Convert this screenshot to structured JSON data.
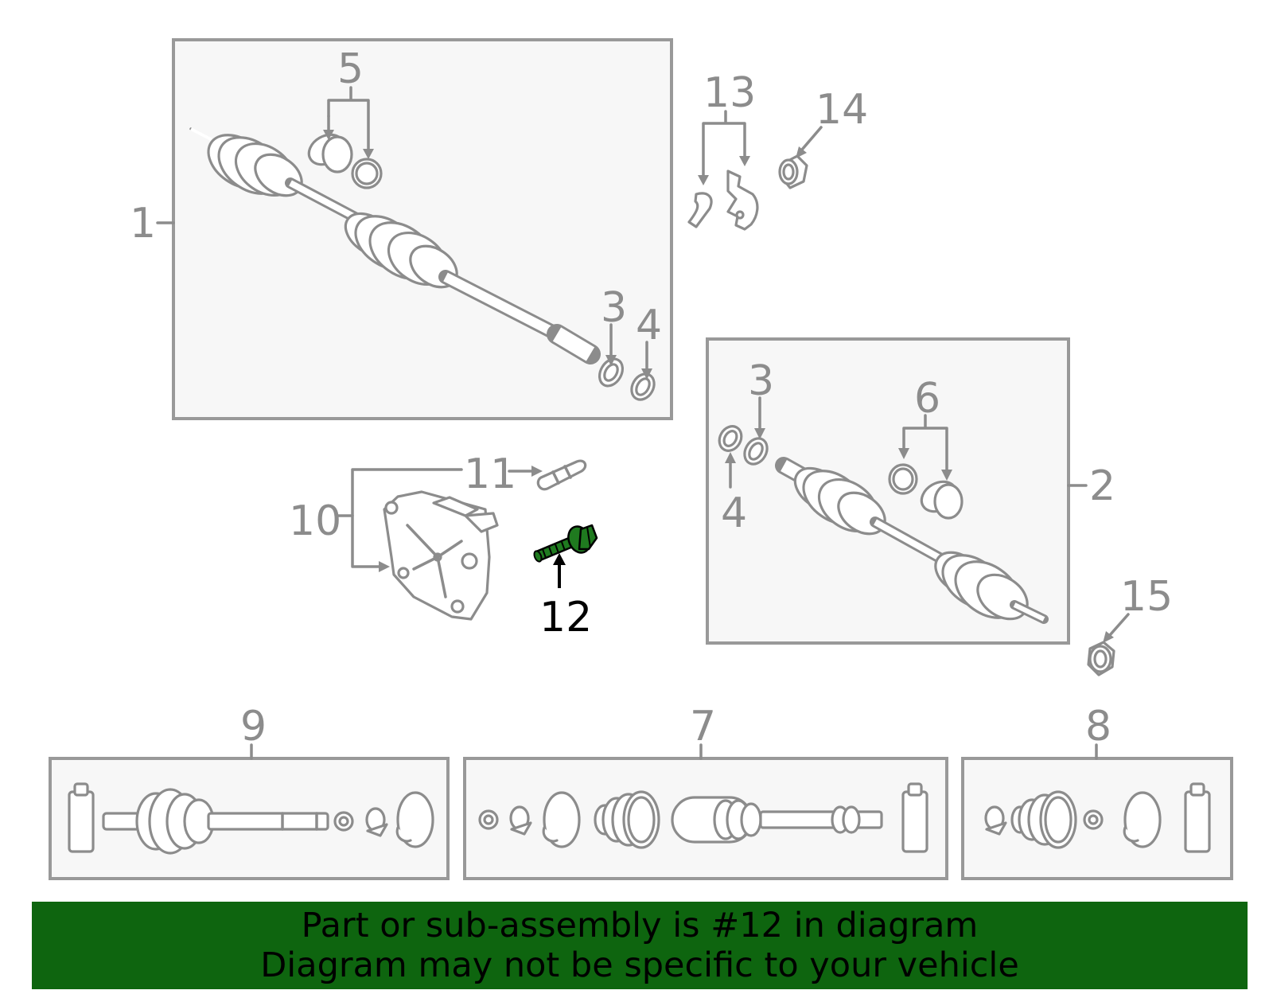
{
  "callouts": {
    "c1": "1",
    "c2": "2",
    "c3a": "3",
    "c3b": "3",
    "c4a": "4",
    "c4b": "4",
    "c5": "5",
    "c6": "6",
    "c7": "7",
    "c8": "8",
    "c9": "9",
    "c10": "10",
    "c11": "11",
    "c12": "12",
    "c13": "13",
    "c14": "14",
    "c15": "15"
  },
  "highlighted_part": "12",
  "colors": {
    "highlight": "#1f7a1f",
    "banner": "#0e650f",
    "line": "#8c8c8c"
  },
  "banner": {
    "line1": "Part or sub-assembly is #12 in diagram",
    "line2": "Diagram may not be specific to your vehicle"
  }
}
